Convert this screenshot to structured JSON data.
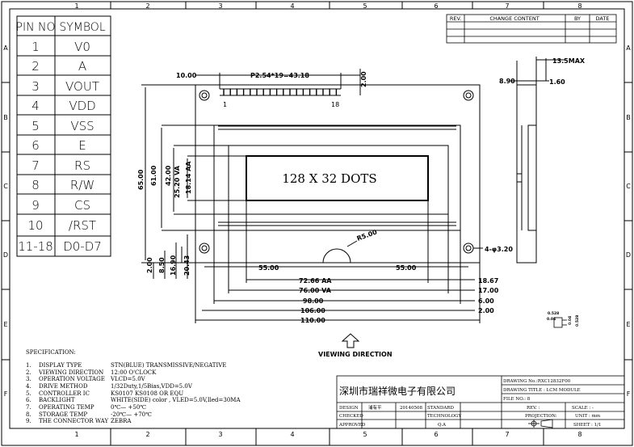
{
  "frame": {
    "columns": [
      "1",
      "2",
      "3",
      "4",
      "5",
      "6",
      "7",
      "8"
    ],
    "rows": [
      "A",
      "B",
      "C",
      "D",
      "E",
      "F"
    ]
  },
  "revision_table": {
    "rev": "REV.",
    "content": "CHANGE CONTENT",
    "by": "BY",
    "date": "DATE"
  },
  "pin_table": {
    "header_pin": "PIN NO",
    "header_symbol": "SYMBOL",
    "rows": [
      {
        "pin": "1",
        "symbol": "V0"
      },
      {
        "pin": "2",
        "symbol": "A"
      },
      {
        "pin": "3",
        "symbol": "VOUT"
      },
      {
        "pin": "4",
        "symbol": "VDD"
      },
      {
        "pin": "5",
        "symbol": "VSS"
      },
      {
        "pin": "6",
        "symbol": "E"
      },
      {
        "pin": "7",
        "symbol": "RS"
      },
      {
        "pin": "8",
        "symbol": "R/W"
      },
      {
        "pin": "9",
        "symbol": "CS"
      },
      {
        "pin": "10",
        "symbol": "/RST"
      },
      {
        "pin": "11-18",
        "symbol": "D0-D7"
      }
    ]
  },
  "drawing": {
    "display_text": "128 X 32 DOTS",
    "pin_pitch": "P2.54*19=43.18",
    "pin_offset": "10.00",
    "pin_first": "1",
    "pin_last": "18",
    "pin_height": "2.00",
    "dim_left": [
      "65.00",
      "61.00",
      "42.00",
      "25.20 VA",
      "18.14 AA"
    ],
    "dim_left_bottom": [
      "2.00",
      "8.50",
      "16.90",
      "20.43"
    ],
    "dim_55_left": "55.00",
    "dim_55_right": "55.00",
    "radius": "R5.00",
    "holes": "4-φ3.20",
    "dims_bottom": [
      {
        "label": "72.66 AA",
        "right": "18.67"
      },
      {
        "label": "76.00 VA",
        "right": "17.00"
      },
      {
        "label": "98.00",
        "right": "6.00"
      },
      {
        "label": "106.00",
        "right": "2.00"
      },
      {
        "label": "110.00",
        "right": ""
      }
    ],
    "side_max": "13.5MAX",
    "side_890": "8.90",
    "side_160": "1.60",
    "viewing_direction": "VIEWING DIRECTION",
    "detail_vals": [
      "0.528",
      "0.04",
      "0.04",
      "0.528"
    ]
  },
  "specification": {
    "title": "SPECIFICATION:",
    "items": [
      {
        "n": "1.",
        "label": "DISPLAY TYPE",
        "value": "STN(BLUE) TRANSMISSIVE/NEGATIVE"
      },
      {
        "n": "2.",
        "label": "VIEWING DIRECTION",
        "value": "12:00 O'CLOCK"
      },
      {
        "n": "3.",
        "label": "OPERATION VOLTAGE",
        "value": "VLCD=5.0V"
      },
      {
        "n": "4.",
        "label": "DRIVE METHOD",
        "value": "1/32Duty,1/5Bias,VDD=5.0V"
      },
      {
        "n": "5.",
        "label": "CONTROLLER IC",
        "value": "KS0107 KS0108 OR EQU"
      },
      {
        "n": "6.",
        "label": "BACKLIGHT",
        "value": "WHITE(SIDE) color , VLED=5.0V,Iled=30MA"
      },
      {
        "n": "7.",
        "label": "OPERATING TEMP",
        "value": "0℃— +50℃"
      },
      {
        "n": "8.",
        "label": "STORAGE TEMP",
        "value": "-20℃— +70℃"
      },
      {
        "n": "9.",
        "label": "THE CONNECTOR WAY",
        "value": "ZEBRA"
      }
    ]
  },
  "title_block": {
    "company": "深圳市瑞祥微电子有限公司",
    "drawing_no": "DRAWING No.:RXC12832F00",
    "drawing_title": "DRAWING TITLE : LCM MODULE",
    "file_no": "FILE NO.: 8",
    "design": "DESIGN",
    "designer": "浦有平",
    "date": "20140508",
    "standard": "STANDARD",
    "checked": "CHECKED",
    "technology": "TECHNOLOGY",
    "approved": "APPROVED",
    "qa": "Q.A",
    "rev": "REV. :",
    "scale": "SCALE : -",
    "projection": "PROJECTION:",
    "unit": "UNIT : mm",
    "sheet": "SHEET : 1/1"
  }
}
